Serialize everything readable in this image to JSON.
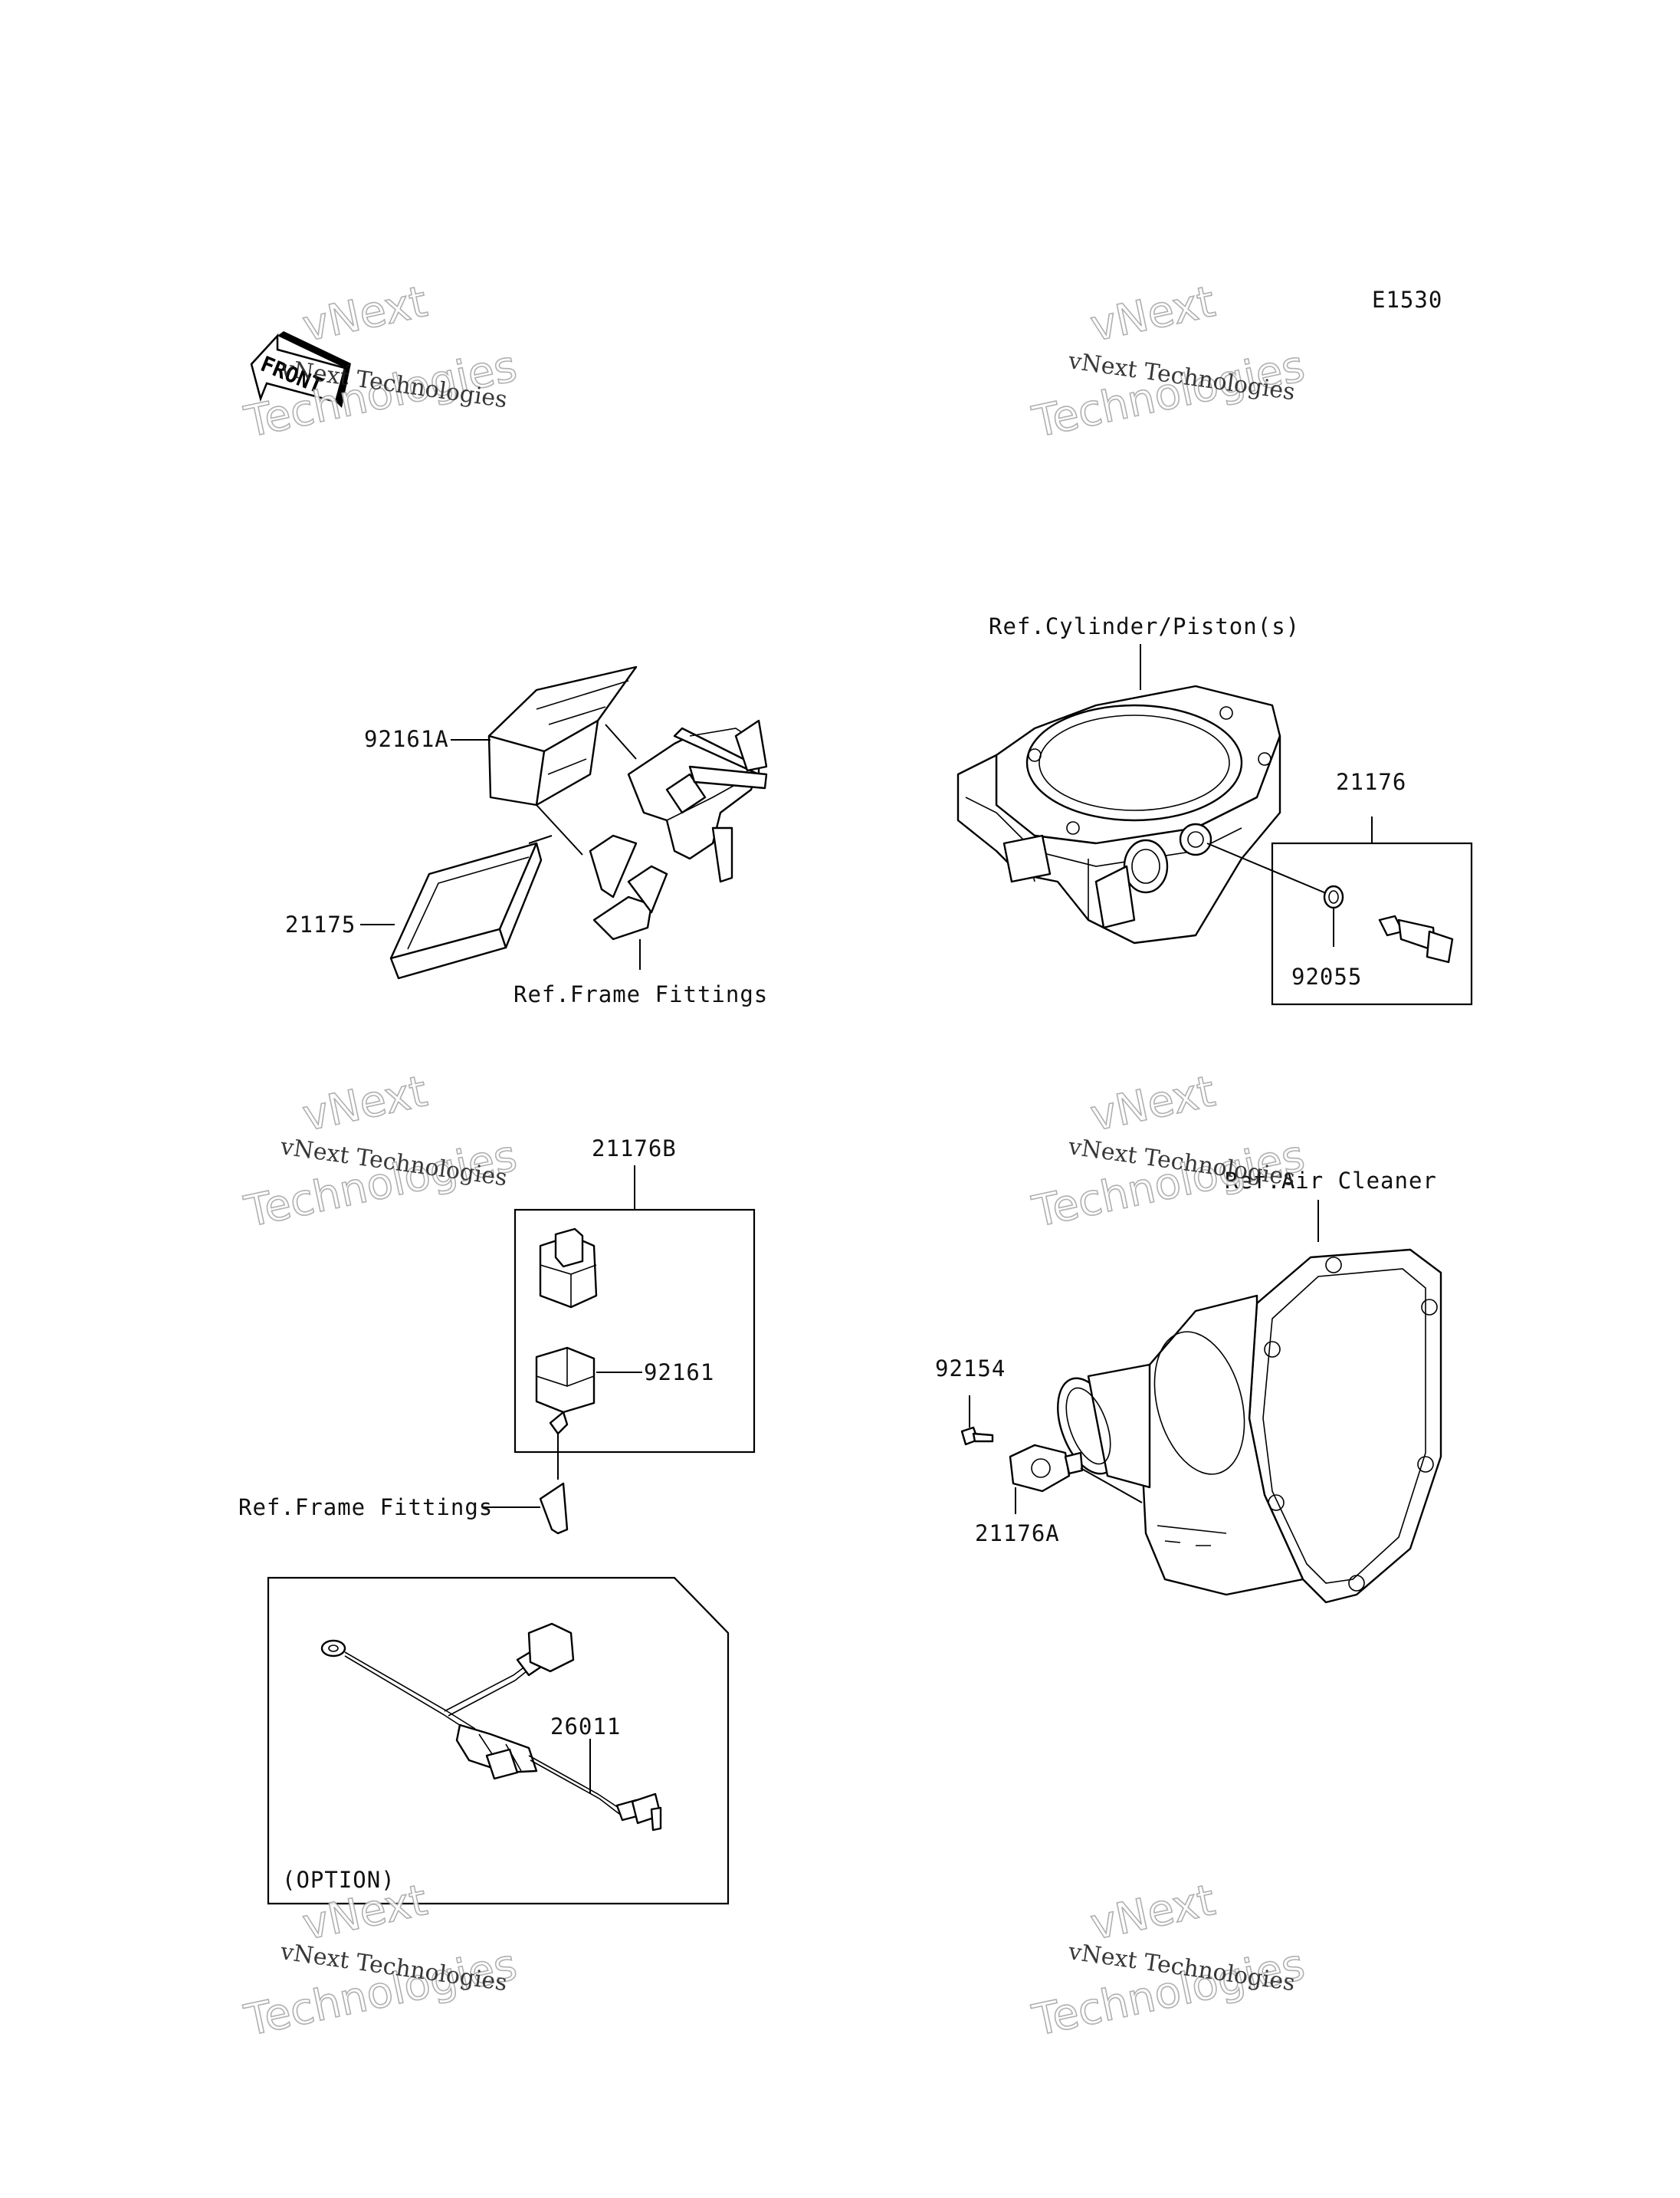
{
  "diagram_code": "E1530",
  "front_arrow": "FRONT",
  "watermark": {
    "line1": "vNext Technologies",
    "line2": "vNext",
    "line3": "Technologies"
  },
  "labels": {
    "p92161A": "92161A",
    "p21175": "21175",
    "ref_frame_1": "Ref.Frame Fittings",
    "ref_cylinder": "Ref.Cylinder/Piston(s)",
    "p21176": "21176",
    "p92055": "92055",
    "p21176B": "21176B",
    "p92161": "92161",
    "ref_frame_2": "Ref.Frame Fittings",
    "ref_air": "Ref.Air Cleaner",
    "p92154": "92154",
    "p21176A": "21176A",
    "p26011": "26011",
    "option": "(OPTION)"
  }
}
